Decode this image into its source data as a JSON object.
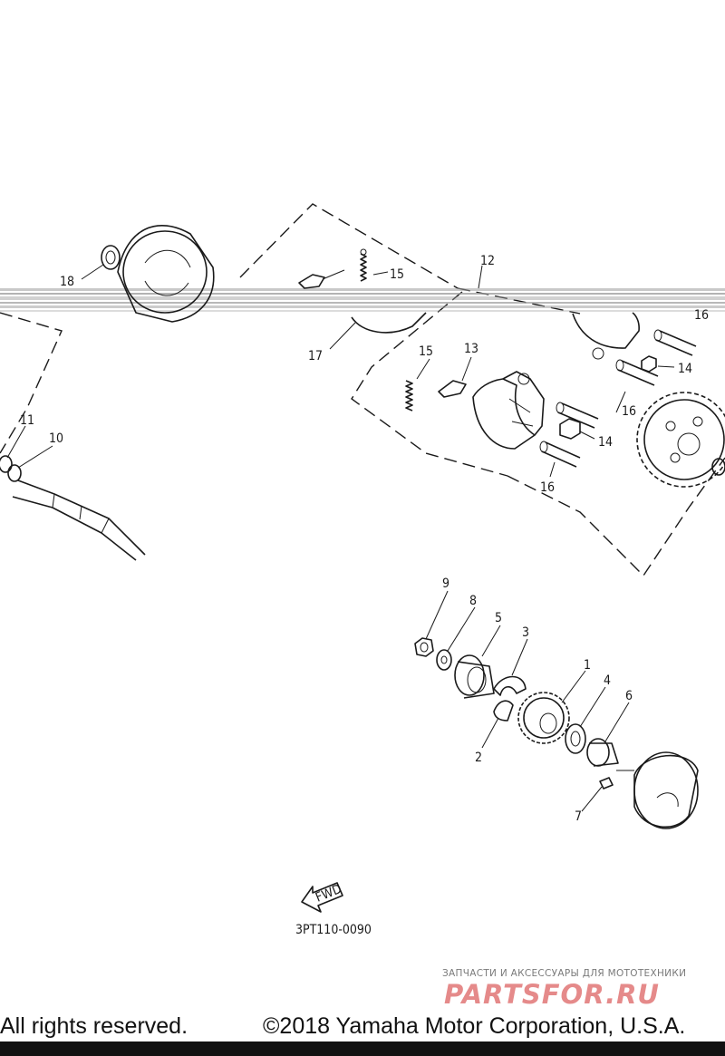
{
  "callouts": {
    "c1": "1",
    "c2": "2",
    "c3": "3",
    "c4": "4",
    "c5": "5",
    "c6": "6",
    "c7": "7",
    "c8": "8",
    "c9": "9",
    "c10": "10",
    "c11": "11",
    "c12": "12",
    "c13": "13",
    "c14a": "14",
    "c14b": "14",
    "c15a": "15",
    "c15b": "15",
    "c16a": "16",
    "c16b": "16",
    "c16c": "16",
    "c17": "17",
    "c18": "18"
  },
  "fwd_label": "FWD",
  "drawing_number": "3PT110-0090",
  "footer": {
    "rights": "All rights reserved.",
    "copyright": "©2018 Yamaha Motor Corporation, U.S.A."
  },
  "watermark": {
    "tagline": "ЗАПЧАСТИ И АКСЕССУАРЫ ДЛЯ МОТОТЕХНИКИ",
    "logo": "PARTSFOR.RU"
  },
  "colors": {
    "line": "#1a1a1a",
    "watermark": "#e58a8a"
  }
}
